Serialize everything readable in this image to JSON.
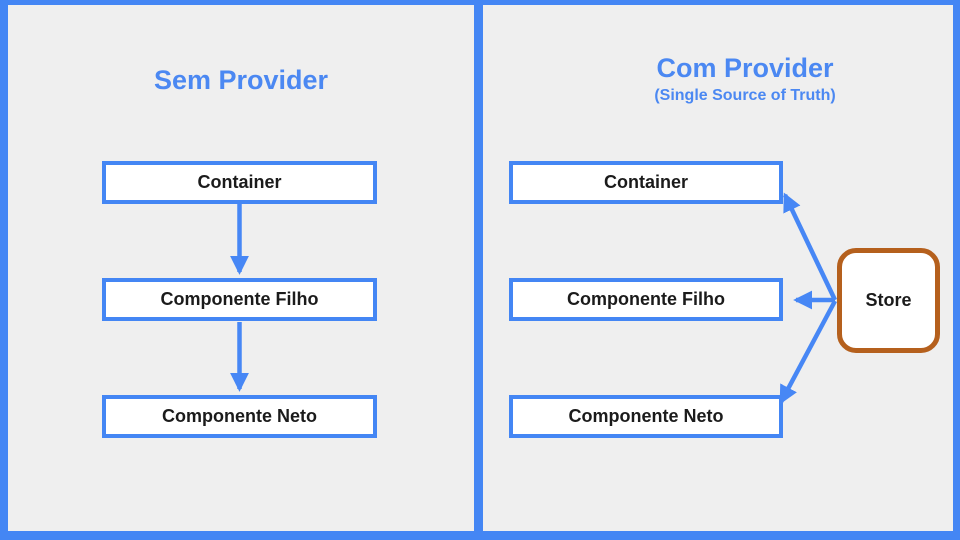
{
  "colors": {
    "background_blue": "#4486f4",
    "element_blue": "#4787f5",
    "title_blue": "#4b88f2",
    "panel_gray": "#efefef",
    "store_border_orange": "#b5601d",
    "node_fill": "#ffffff",
    "node_text": "#1b1b1b"
  },
  "left_panel": {
    "title": "Sem Provider",
    "nodes": [
      {
        "label": "Container"
      },
      {
        "label": "Componente Filho"
      },
      {
        "label": "Componente Neto"
      }
    ],
    "edges": [
      {
        "from": "Container",
        "to": "Componente Filho",
        "direction": "down"
      },
      {
        "from": "Componente Filho",
        "to": "Componente Neto",
        "direction": "down"
      }
    ]
  },
  "right_panel": {
    "title": "Com Provider",
    "subtitle": "(Single Source of Truth)",
    "nodes": [
      {
        "label": "Container"
      },
      {
        "label": "Componente Filho"
      },
      {
        "label": "Componente Neto"
      }
    ],
    "store": {
      "label": "Store"
    },
    "edges": [
      {
        "from": "Store",
        "to": "Container"
      },
      {
        "from": "Store",
        "to": "Componente Filho"
      },
      {
        "from": "Store",
        "to": "Componente Neto"
      }
    ]
  }
}
